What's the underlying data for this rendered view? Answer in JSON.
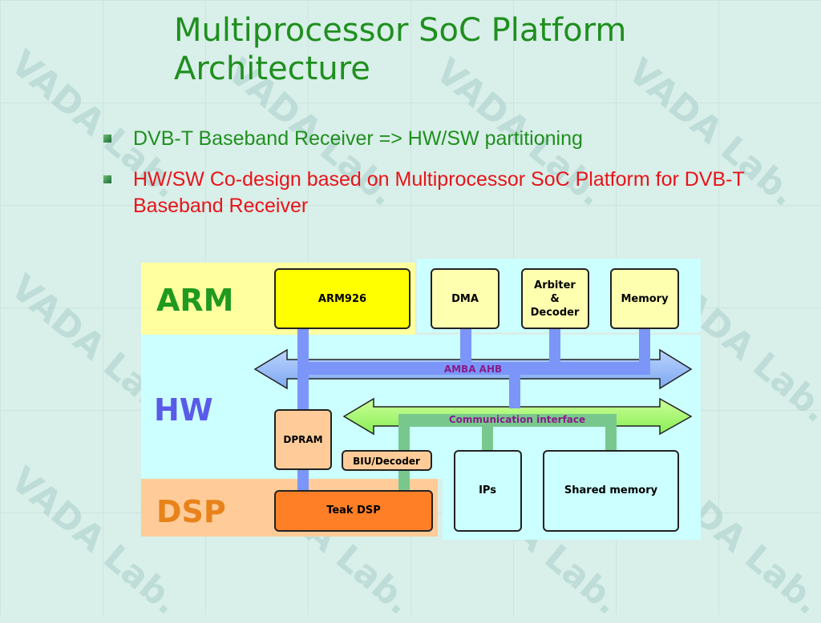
{
  "slide": {
    "title": "Multiprocessor SoC Platform Architecture",
    "watermark": "VADA Lab.",
    "bullets": [
      {
        "text": "DVB-T Baseband Receiver => HW/SW partitioning",
        "color": "#1f8f1f"
      },
      {
        "text": "HW/SW Co-design based on Multiprocessor SoC Platform for DVB-T Baseband Receiver",
        "color": "#e8141a"
      }
    ]
  },
  "diagram": {
    "regions": {
      "arm": {
        "label": "ARM",
        "color": "#1f9a1f"
      },
      "hw": {
        "label": "HW",
        "color": "#5a5ae8"
      },
      "dsp": {
        "label": "DSP",
        "color": "#e8821a"
      }
    },
    "blocks": {
      "arm926": "ARM926",
      "dma": "DMA",
      "arbiter": [
        "Arbiter",
        "&",
        "Decoder"
      ],
      "memory": "Memory",
      "dpram": "DPRAM",
      "biu": "BIU/Decoder",
      "ips": "IPs",
      "shared_memory": "Shared memory",
      "teak_dsp": "Teak DSP"
    },
    "buses": {
      "amba": "AMBA AHB",
      "comm": "Communication interface"
    }
  }
}
